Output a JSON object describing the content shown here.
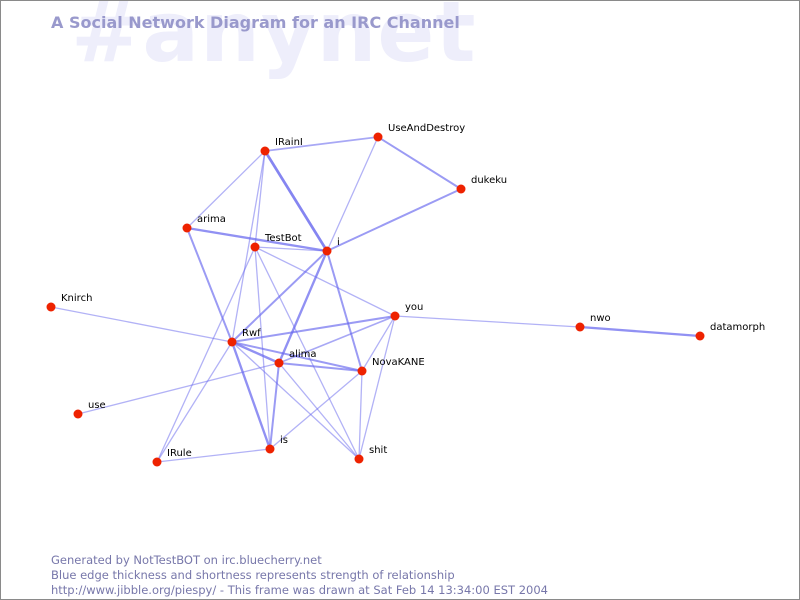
{
  "watermark": "#anynet",
  "title": "A Social Network Diagram for an IRC Channel",
  "footer": {
    "line1": "Generated by NotTestBOT on irc.bluecherry.net",
    "line2": "Blue edge thickness and shortness represents strength of relationship",
    "line3": "http://www.jibble.org/piespy/ - This frame was drawn at Sat Feb 14 13:34:00 EST 2004"
  },
  "colors": {
    "node": "#ee2200",
    "edge": "#6666ee",
    "title": "#9999cc",
    "watermark": "#eeeefb",
    "footer": "#7777aa"
  },
  "nodes": [
    {
      "id": "IRainI",
      "label": "IRainI"
    },
    {
      "id": "UseAndDestroy",
      "label": "UseAndDestroy"
    },
    {
      "id": "dukeku",
      "label": "dukeku"
    },
    {
      "id": "arima",
      "label": "arima"
    },
    {
      "id": "TestBot",
      "label": "TestBot"
    },
    {
      "id": "i",
      "label": "i"
    },
    {
      "id": "Knirch",
      "label": "Knirch"
    },
    {
      "id": "you",
      "label": "you"
    },
    {
      "id": "nwo",
      "label": "nwo"
    },
    {
      "id": "datamorph",
      "label": "datamorph"
    },
    {
      "id": "Rwf",
      "label": "Rwf"
    },
    {
      "id": "alima",
      "label": "alima"
    },
    {
      "id": "NovaKANE",
      "label": "NovaKANE"
    },
    {
      "id": "use",
      "label": "use"
    },
    {
      "id": "IRule",
      "label": "IRule"
    },
    {
      "id": "is",
      "label": "is"
    },
    {
      "id": "shit",
      "label": "shit"
    }
  ],
  "edges": [
    {
      "source": "IRainI",
      "target": "i",
      "weight": 3
    },
    {
      "source": "IRainI",
      "target": "UseAndDestroy",
      "weight": 1.5
    },
    {
      "source": "IRainI",
      "target": "arima",
      "weight": 1
    },
    {
      "source": "IRainI",
      "target": "TestBot",
      "weight": 1
    },
    {
      "source": "IRainI",
      "target": "Rwf",
      "weight": 1
    },
    {
      "source": "UseAndDestroy",
      "target": "dukeku",
      "weight": 2
    },
    {
      "source": "UseAndDestroy",
      "target": "i",
      "weight": 1
    },
    {
      "source": "dukeku",
      "target": "i",
      "weight": 2
    },
    {
      "source": "arima",
      "target": "i",
      "weight": 2.5
    },
    {
      "source": "arima",
      "target": "Rwf",
      "weight": 2
    },
    {
      "source": "TestBot",
      "target": "i",
      "weight": 1
    },
    {
      "source": "TestBot",
      "target": "you",
      "weight": 1
    },
    {
      "source": "TestBot",
      "target": "is",
      "weight": 1
    },
    {
      "source": "TestBot",
      "target": "shit",
      "weight": 1
    },
    {
      "source": "TestBot",
      "target": "IRule",
      "weight": 1
    },
    {
      "source": "i",
      "target": "Rwf",
      "weight": 2
    },
    {
      "source": "i",
      "target": "alima",
      "weight": 2.5
    },
    {
      "source": "i",
      "target": "NovaKANE",
      "weight": 2
    },
    {
      "source": "Knirch",
      "target": "Rwf",
      "weight": 1
    },
    {
      "source": "you",
      "target": "nwo",
      "weight": 1
    },
    {
      "source": "you",
      "target": "Rwf",
      "weight": 2
    },
    {
      "source": "you",
      "target": "alima",
      "weight": 1.5
    },
    {
      "source": "you",
      "target": "NovaKANE",
      "weight": 1
    },
    {
      "source": "you",
      "target": "shit",
      "weight": 1
    },
    {
      "source": "nwo",
      "target": "datamorph",
      "weight": 2.5
    },
    {
      "source": "Rwf",
      "target": "alima",
      "weight": 2.5
    },
    {
      "source": "Rwf",
      "target": "NovaKANE",
      "weight": 2
    },
    {
      "source": "Rwf",
      "target": "is",
      "weight": 2.5
    },
    {
      "source": "Rwf",
      "target": "shit",
      "weight": 1
    },
    {
      "source": "Rwf",
      "target": "IRule",
      "weight": 1
    },
    {
      "source": "alima",
      "target": "NovaKANE",
      "weight": 2
    },
    {
      "source": "alima",
      "target": "is",
      "weight": 2
    },
    {
      "source": "alima",
      "target": "shit",
      "weight": 1
    },
    {
      "source": "alima",
      "target": "use",
      "weight": 1
    },
    {
      "source": "NovaKANE",
      "target": "shit",
      "weight": 1
    },
    {
      "source": "NovaKANE",
      "target": "is",
      "weight": 1
    },
    {
      "source": "is",
      "target": "IRule",
      "weight": 1
    }
  ]
}
